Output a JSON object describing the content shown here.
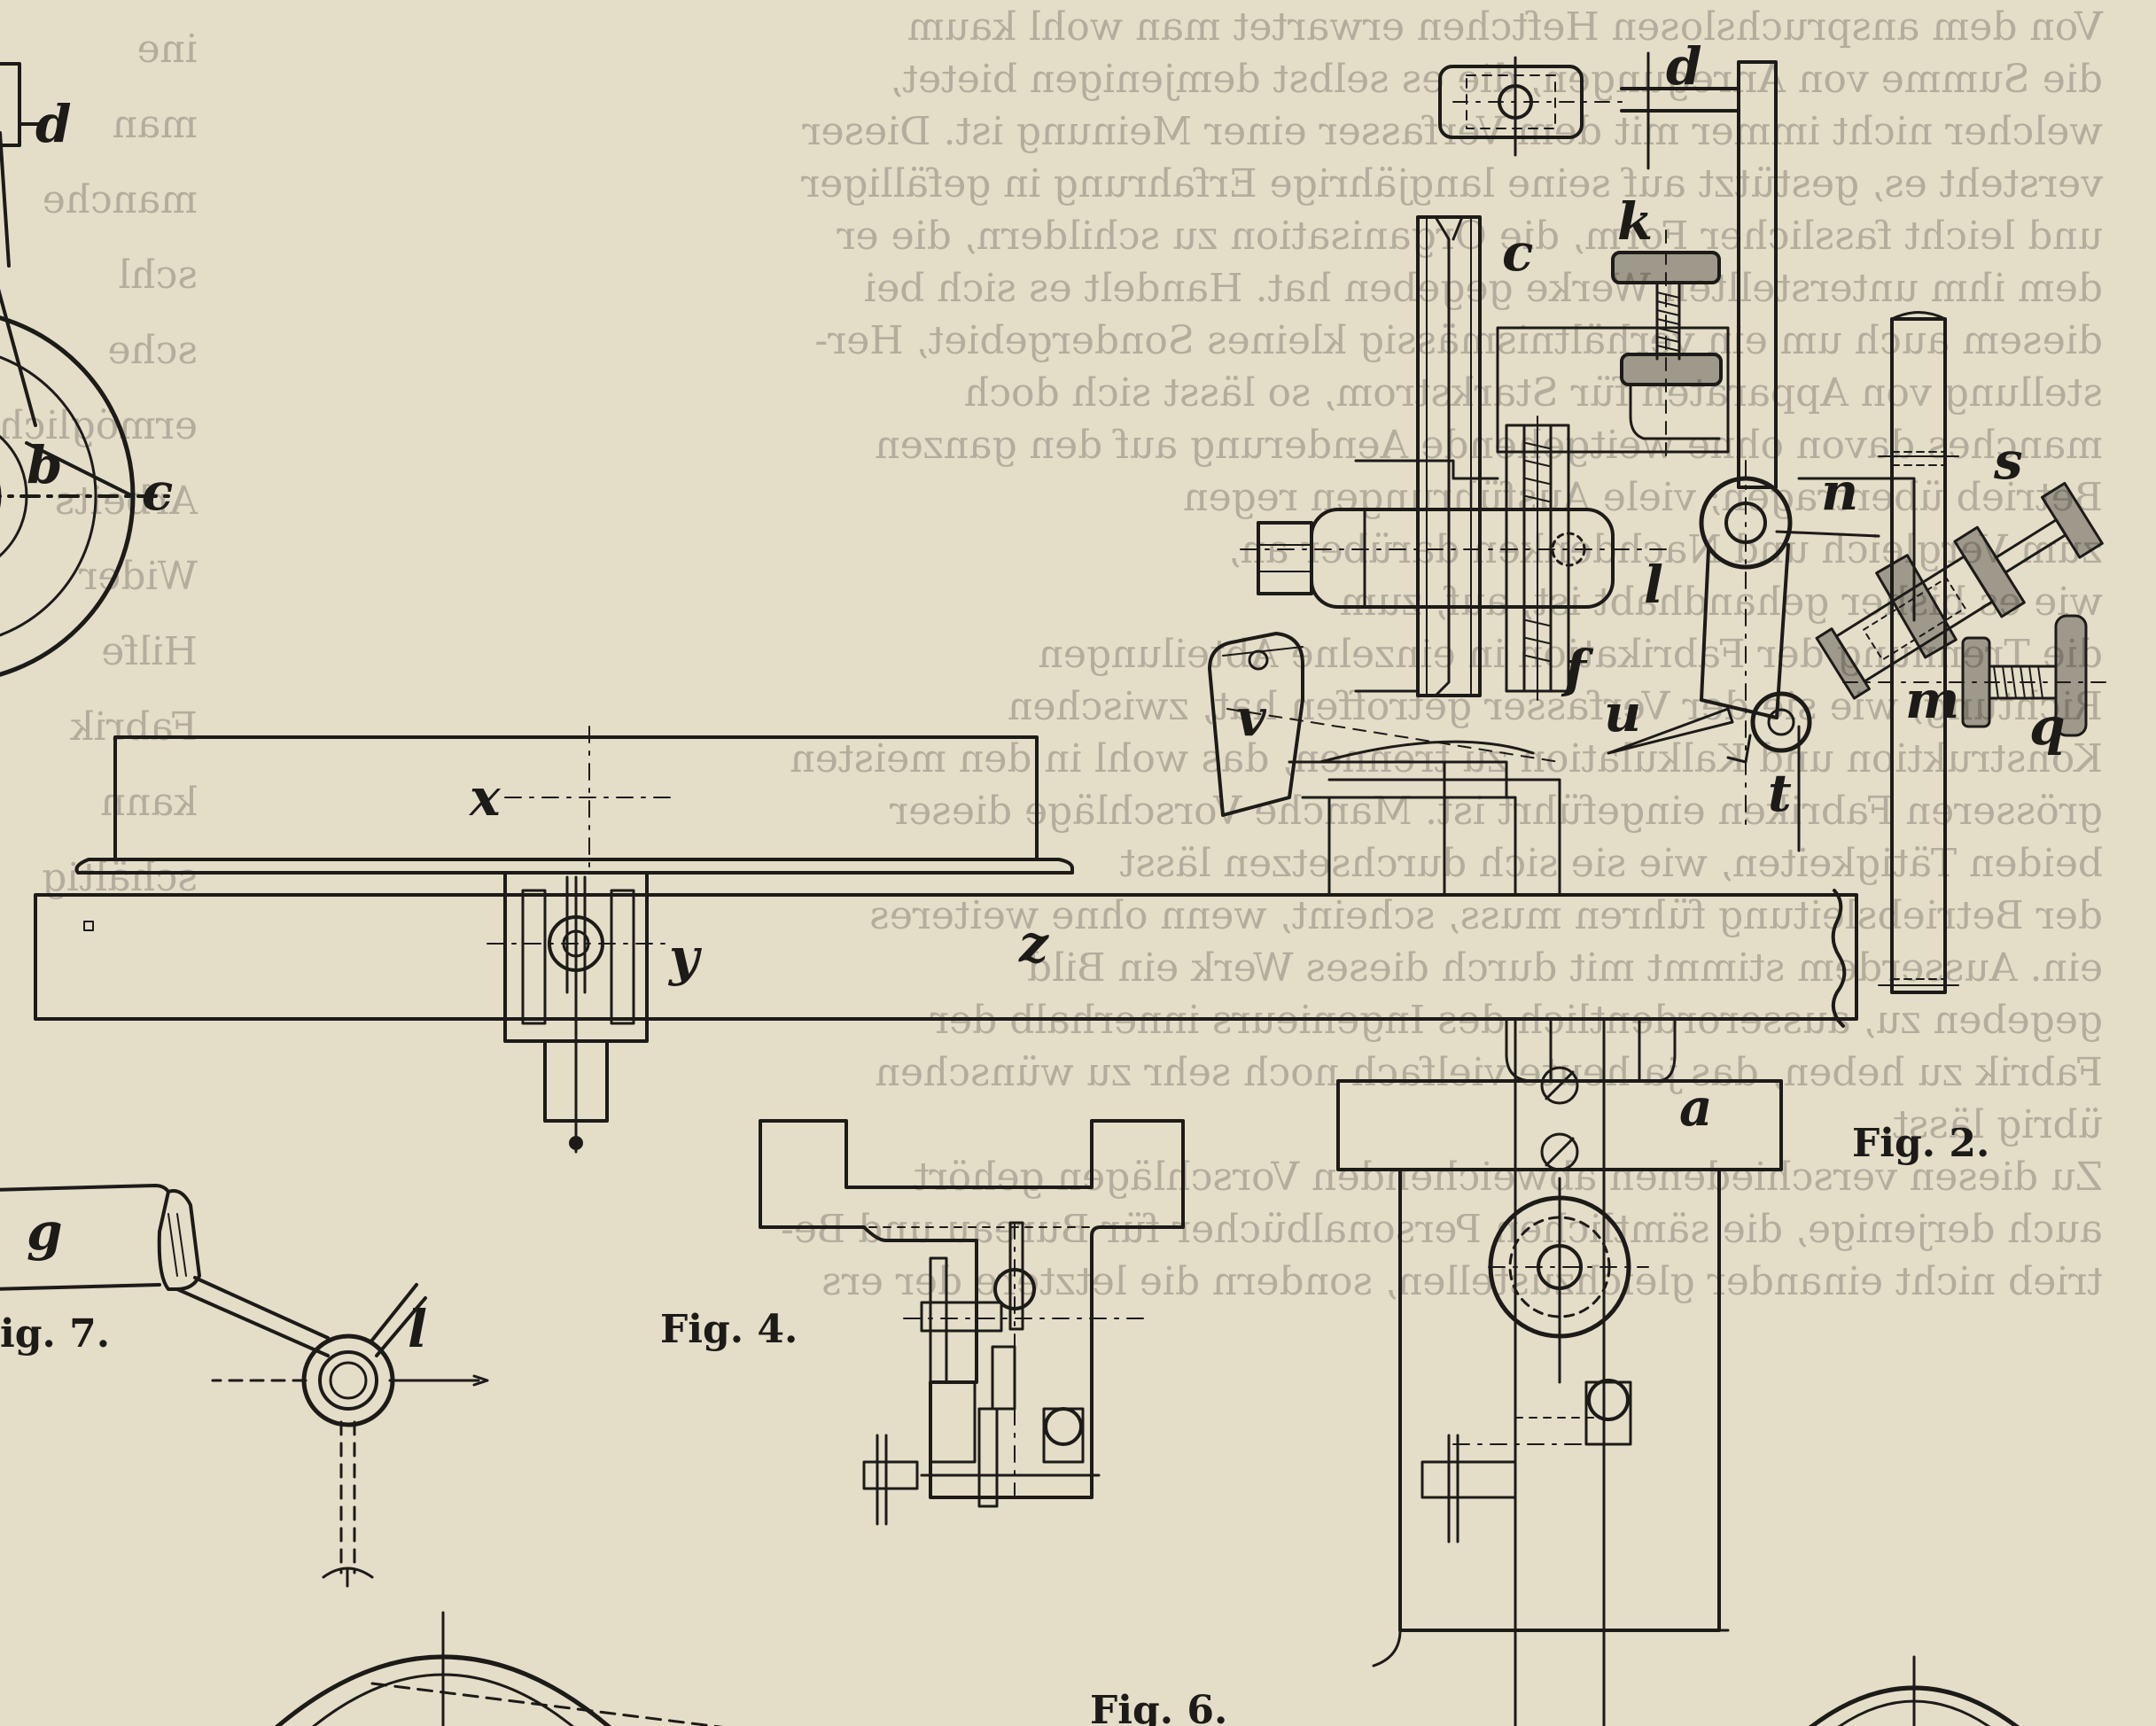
{
  "colors": {
    "paper": "#e4ddc8",
    "ink": "#1c1b18",
    "bleed_through": "#8d877a"
  },
  "captions": {
    "fig2": "Fig. 2.",
    "fig4": "Fig. 4.",
    "fig6": "Fig. 6.",
    "fig7": "ig. 7."
  },
  "letters": {
    "fig2": [
      "d",
      "k",
      "c",
      "s",
      "n",
      "l",
      "f",
      "u",
      "m",
      "q",
      "t",
      "a"
    ],
    "fig4_area": [
      "x",
      "y",
      "z",
      "v"
    ],
    "left_edge": [
      "d",
      "b",
      "c"
    ],
    "fig7": [
      "g",
      "l"
    ]
  },
  "bleed_through_text": {
    "lines": [
      "Von dem anspruchslosen Heftchen erwartet man wohl kaum",
      "die Summe von Anregungen, die es selbst demjenigen bietet,",
      "welcher nicht immer mit dem Verfasser einer Meinung ist. Dieser",
      "versteht es, gestützt auf seine langjährige Erfahrung in gefälliger",
      "und leicht fasslicher Form, die Organisation zu schildern, die er",
      "dem ihm unterstellten Werke gegeben hat. Handelt es sich bei",
      "diesem auch um ein verhältnismässig kleines Sondergebiet, Her-",
      "stellung von Apparaten für Starkstrom, so lässt sich doch",
      "manches davon ohne weitgehende Aenderung auf den ganzen",
      "Betrieb übertragen; viele Ausführungen regen",
      "zum Vergleich und Nachdenken darüber an,",
      "wie es bisher gehandhabt ist, auf, zum",
      "die Trennung der Fabrikation in einzelne Abteilungen",
      "Richtung, wie sie der Verfasser getroffen hat, zwischen",
      "Konstruktion und Kalkulation zu trennen, das wohl in den meisten",
      "grösseren Fabriken eingeführt ist. Manche Vorschläge dieser",
      "beiden Tätigkeiten, wie sie sich durchsetzen lässt",
      "der Betriebsleitung führen muss, scheint, wenn ohne weiteres",
      "ein. Ausserdem stimmt mit durch dieses Werk ein Bild",
      "gegeben zu, ausserordentlich des Ingenieurs innerhalb der",
      "Fabrik zu heben, das ja heute vielfach noch sehr zu wünschen",
      "übrig lässt.",
      "Zu diesen verschiedenen abweichenden Vorschlägen gehört",
      "auch derjenige, die sämtlichen Personalbücher für Bureau und Be-",
      "trieb nicht einander gleichzustellen, sondern die letztere der ers"
    ],
    "left_column": [
      "ine",
      "man",
      "manche",
      "schl",
      "sche",
      "ermöglich",
      "Arbeits",
      "Wider",
      "Hilfe",
      "Fabrik",
      "kann",
      "schältig"
    ]
  }
}
